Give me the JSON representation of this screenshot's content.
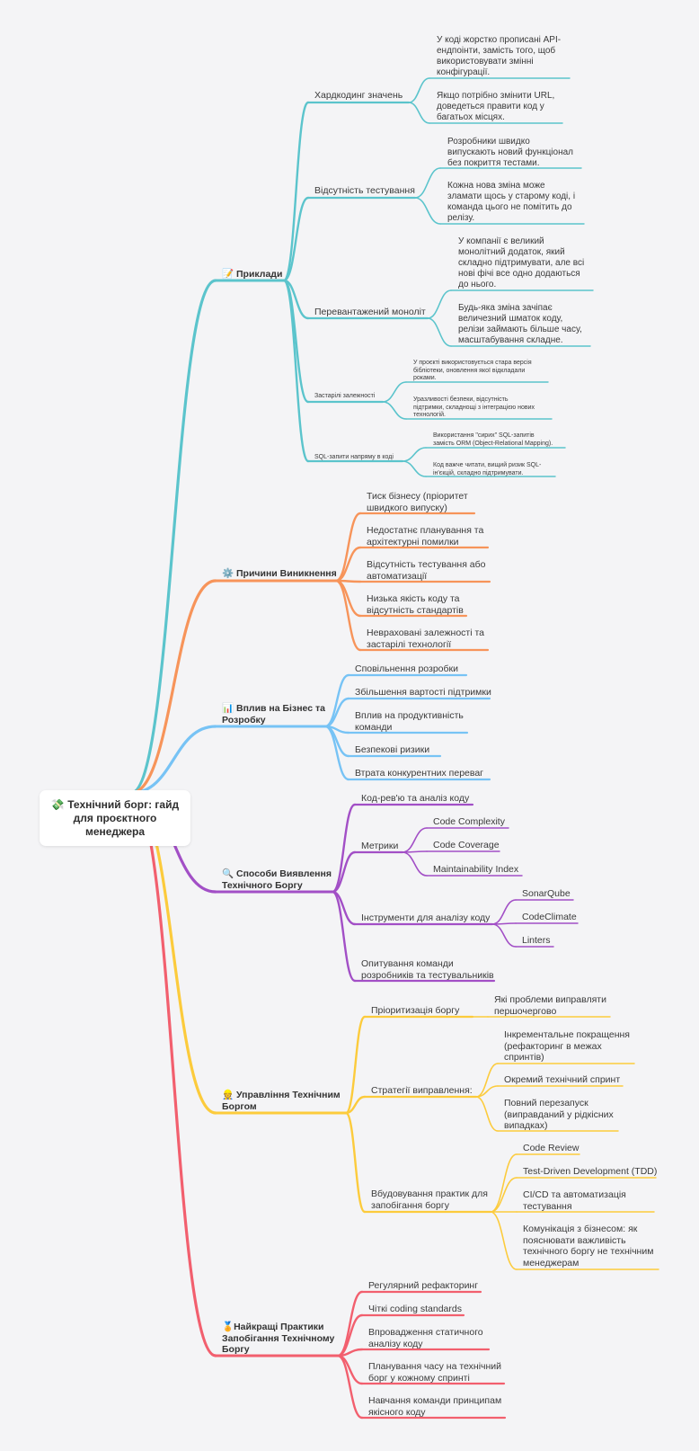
{
  "root": {
    "label": "💸 Технічний борг: гайд\nдля проєктного\nменеджера"
  },
  "colors": {
    "examples": "#5bc4cc",
    "causes": "#f7945a",
    "impact": "#77c3f5",
    "detection": "#a24fc6",
    "management": "#fccb3c",
    "practices": "#f25f6e"
  },
  "branches": {
    "examples": {
      "label": "📝 Приклади",
      "children": [
        {
          "label": "Хардкодинг значень",
          "children": [
            {
              "label": "У коді жорстко прописані API-\nендпоінти, замість того, щоб\nвикористовувати змінні\nконфігурації."
            },
            {
              "label": "Якщо потрібно змінити URL,\nдоведеться правити код у\nбагатьох місцях."
            }
          ]
        },
        {
          "label": "Відсутність тестування",
          "children": [
            {
              "label": "Розробники швидко\nвипускають новий функціонал\nбез покриття тестами."
            },
            {
              "label": "Кожна нова зміна може\nзламати щось у старому коді, і\nкоманда цього не помітить до\nрелізу."
            }
          ]
        },
        {
          "label": "Перевантажений моноліт",
          "children": [
            {
              "label": "У компанії є великий\nмонолітний додаток, який\nскладно підтримувати, але всі\nнові фічі все одно додаються\nдо нього."
            },
            {
              "label": "Будь-яка зміна зачіпає\nвеличезний шматок коду,\nрелізи займають більше часу,\nмасштабування складне."
            }
          ]
        },
        {
          "label": "Застарілі залежності",
          "children": [
            {
              "label": "У проєкті використовується стара версія\nбібліотеки, оновлення якої відкладали\nроками."
            },
            {
              "label": "Уразливості безпеки, відсутність\nпідтримки, складнощі з інтеграцією нових\nтехнологій."
            }
          ]
        },
        {
          "label": "SQL-запити напряму в коді",
          "children": [
            {
              "label": "Використання \"сирих\" SQL-запитів\nзамість ORM (Object-Relational Mapping)."
            },
            {
              "label": "Код важче читати, вищий ризик SQL-\nін'єкцій, складно підтримувати."
            }
          ]
        }
      ]
    },
    "causes": {
      "label": "⚙️ Причини Виникнення",
      "children": [
        {
          "label": "Тиск бізнесу (пріоритет\nшвидкого випуску)"
        },
        {
          "label": "Недостатнє планування та\nархітектурні помилки"
        },
        {
          "label": "Відсутність тестування або\nавтоматизації"
        },
        {
          "label": "Низька якість коду та\nвідсутність стандартів"
        },
        {
          "label": "Невраховані залежності та\nзастарілі технології"
        }
      ]
    },
    "impact": {
      "label": "📊 Вплив на Бізнес та\nРозробку",
      "children": [
        {
          "label": "Сповільнення розробки"
        },
        {
          "label": "Збільшення вартості підтримки"
        },
        {
          "label": "Вплив на продуктивність\nкоманди"
        },
        {
          "label": "Безпекові ризики"
        },
        {
          "label": "Втрата конкурентних переваг"
        }
      ]
    },
    "detection": {
      "label": "🔍 Способи Виявлення\nТехнічного Боргу",
      "children": [
        {
          "label": "Код-рев'ю та аналіз коду"
        },
        {
          "label": "Метрики",
          "children": [
            {
              "label": "Code Complexity"
            },
            {
              "label": "Code Coverage"
            },
            {
              "label": "Maintainability Index"
            }
          ]
        },
        {
          "label": "Інструменти для аналізу коду",
          "children": [
            {
              "label": "SonarQube"
            },
            {
              "label": "CodeClimate"
            },
            {
              "label": "Linters"
            }
          ]
        },
        {
          "label": "Опитування команди\nрозробників та тестувальників"
        }
      ]
    },
    "management": {
      "label": "👷 Управління Технічним\nБоргом",
      "children": [
        {
          "label": "Пріоритизація боргу",
          "children": [
            {
              "label": "Які проблеми виправляти\nпершочергово"
            }
          ]
        },
        {
          "label": "Стратегії виправлення:",
          "children": [
            {
              "label": "Інкрементальне покращення\n(рефакторинг в межах\nспринтів)"
            },
            {
              "label": "Окремий технічний спринт"
            },
            {
              "label": "Повний перезапуск\n(виправданий у рідкісних\nвипадках)"
            }
          ]
        },
        {
          "label": "Вбудовування практик для\nзапобігання боргу",
          "children": [
            {
              "label": "Code Review"
            },
            {
              "label": "Test-Driven Development (TDD)"
            },
            {
              "label": "CI/CD та автоматизація\nтестування"
            },
            {
              "label": "Комунікація з бізнесом: як\nпояснювати важливість\nтехнічного боргу не технічним\nменеджерам"
            }
          ]
        }
      ]
    },
    "practices": {
      "label": "🏅Найкращі Практики\nЗапобігання Технічному\nБоргу",
      "children": [
        {
          "label": "Регулярний рефакторинг"
        },
        {
          "label": "Чіткі coding standards"
        },
        {
          "label": "Впровадження статичного\nаналізу коду"
        },
        {
          "label": "Планування часу на технічний\nборг у кожному спринті"
        },
        {
          "label": "Навчання команди принципам\nякісного коду"
        }
      ]
    }
  }
}
